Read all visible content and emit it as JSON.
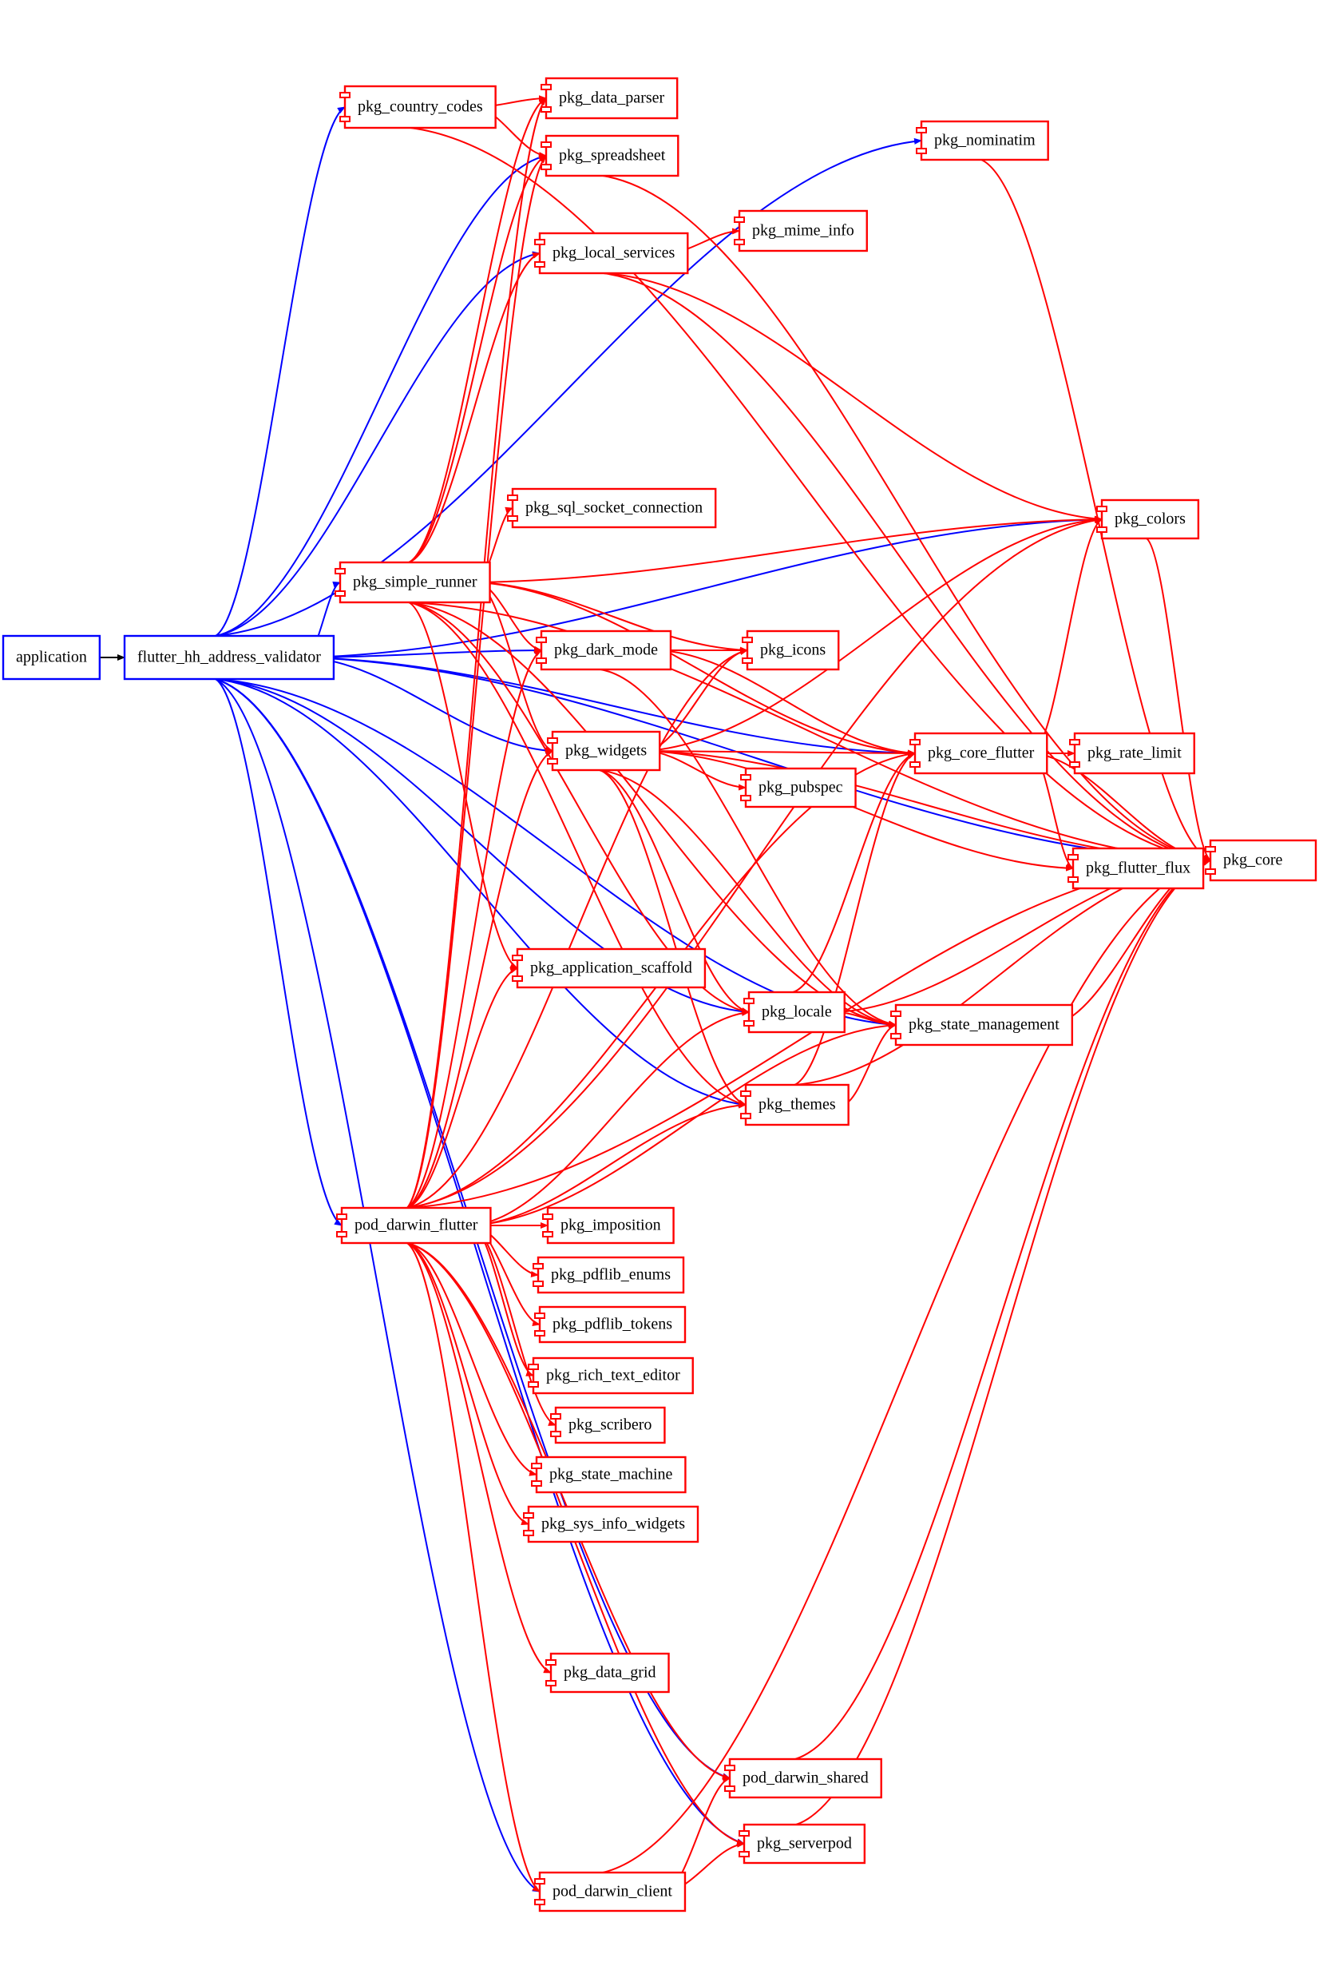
{
  "diagram": {
    "type": "dependency-graph",
    "colors": {
      "root_edge": "#000000",
      "direct_edge": "#0000ff",
      "transitive_edge": "#ff0000",
      "app_node": "#0000ff",
      "package_node": "#ff0000"
    },
    "nodes": [
      {
        "id": "application",
        "label": "application",
        "kind": "app"
      },
      {
        "id": "flutter_hh_address_validator",
        "label": "flutter_hh_address_validator",
        "kind": "app"
      },
      {
        "id": "pkg_country_codes",
        "label": "pkg_country_codes",
        "kind": "package"
      },
      {
        "id": "pkg_data_parser",
        "label": "pkg_data_parser",
        "kind": "package"
      },
      {
        "id": "pkg_spreadsheet",
        "label": "pkg_spreadsheet",
        "kind": "package"
      },
      {
        "id": "pkg_nominatim",
        "label": "pkg_nominatim",
        "kind": "package"
      },
      {
        "id": "pkg_local_services",
        "label": "pkg_local_services",
        "kind": "package"
      },
      {
        "id": "pkg_mime_info",
        "label": "pkg_mime_info",
        "kind": "package"
      },
      {
        "id": "pkg_sql_socket_connection",
        "label": "pkg_sql_socket_connection",
        "kind": "package"
      },
      {
        "id": "pkg_colors",
        "label": "pkg_colors",
        "kind": "package"
      },
      {
        "id": "pkg_simple_runner",
        "label": "pkg_simple_runner",
        "kind": "package"
      },
      {
        "id": "pkg_dark_mode",
        "label": "pkg_dark_mode",
        "kind": "package"
      },
      {
        "id": "pkg_icons",
        "label": "pkg_icons",
        "kind": "package"
      },
      {
        "id": "pkg_widgets",
        "label": "pkg_widgets",
        "kind": "package"
      },
      {
        "id": "pkg_core_flutter",
        "label": "pkg_core_flutter",
        "kind": "package"
      },
      {
        "id": "pkg_rate_limit",
        "label": "pkg_rate_limit",
        "kind": "package"
      },
      {
        "id": "pkg_pubspec",
        "label": "pkg_pubspec",
        "kind": "package"
      },
      {
        "id": "pkg_flutter_flux",
        "label": "pkg_flutter_flux",
        "kind": "package"
      },
      {
        "id": "pkg_core",
        "label": "pkg_core",
        "kind": "package"
      },
      {
        "id": "pkg_application_scaffold",
        "label": "pkg_application_scaffold",
        "kind": "package"
      },
      {
        "id": "pkg_locale",
        "label": "pkg_locale",
        "kind": "package"
      },
      {
        "id": "pkg_state_management",
        "label": "pkg_state_management",
        "kind": "package"
      },
      {
        "id": "pkg_themes",
        "label": "pkg_themes",
        "kind": "package"
      },
      {
        "id": "pod_darwin_flutter",
        "label": "pod_darwin_flutter",
        "kind": "package"
      },
      {
        "id": "pkg_imposition",
        "label": "pkg_imposition",
        "kind": "package"
      },
      {
        "id": "pkg_pdflib_enums",
        "label": "pkg_pdflib_enums",
        "kind": "package"
      },
      {
        "id": "pkg_pdflib_tokens",
        "label": "pkg_pdflib_tokens",
        "kind": "package"
      },
      {
        "id": "pkg_rich_text_editor",
        "label": "pkg_rich_text_editor",
        "kind": "package"
      },
      {
        "id": "pkg_scribero",
        "label": "pkg_scribero",
        "kind": "package"
      },
      {
        "id": "pkg_state_machine",
        "label": "pkg_state_machine",
        "kind": "package"
      },
      {
        "id": "pkg_sys_info_widgets",
        "label": "pkg_sys_info_widgets",
        "kind": "package"
      },
      {
        "id": "pkg_data_grid",
        "label": "pkg_data_grid",
        "kind": "package"
      },
      {
        "id": "pod_darwin_shared",
        "label": "pod_darwin_shared",
        "kind": "package"
      },
      {
        "id": "pkg_serverpod",
        "label": "pkg_serverpod",
        "kind": "package"
      },
      {
        "id": "pod_darwin_client",
        "label": "pod_darwin_client",
        "kind": "package"
      }
    ],
    "edges": [
      {
        "from": "application",
        "to": "flutter_hh_address_validator",
        "kind": "root"
      },
      {
        "from": "flutter_hh_address_validator",
        "to": "pkg_country_codes",
        "kind": "direct"
      },
      {
        "from": "flutter_hh_address_validator",
        "to": "pkg_spreadsheet",
        "kind": "direct"
      },
      {
        "from": "flutter_hh_address_validator",
        "to": "pkg_nominatim",
        "kind": "direct"
      },
      {
        "from": "flutter_hh_address_validator",
        "to": "pkg_local_services",
        "kind": "direct"
      },
      {
        "from": "flutter_hh_address_validator",
        "to": "pkg_core",
        "kind": "direct"
      },
      {
        "from": "flutter_hh_address_validator",
        "to": "pkg_colors",
        "kind": "direct"
      },
      {
        "from": "flutter_hh_address_validator",
        "to": "pkg_core_flutter",
        "kind": "direct"
      },
      {
        "from": "flutter_hh_address_validator",
        "to": "pkg_simple_runner",
        "kind": "direct"
      },
      {
        "from": "flutter_hh_address_validator",
        "to": "pkg_dark_mode",
        "kind": "direct"
      },
      {
        "from": "flutter_hh_address_validator",
        "to": "pkg_widgets",
        "kind": "direct"
      },
      {
        "from": "flutter_hh_address_validator",
        "to": "pkg_locale",
        "kind": "direct"
      },
      {
        "from": "flutter_hh_address_validator",
        "to": "pkg_themes",
        "kind": "direct"
      },
      {
        "from": "flutter_hh_address_validator",
        "to": "pod_darwin_flutter",
        "kind": "direct"
      },
      {
        "from": "flutter_hh_address_validator",
        "to": "pkg_state_management",
        "kind": "direct"
      },
      {
        "from": "flutter_hh_address_validator",
        "to": "pod_darwin_shared",
        "kind": "direct"
      },
      {
        "from": "flutter_hh_address_validator",
        "to": "pod_darwin_client",
        "kind": "direct"
      },
      {
        "from": "flutter_hh_address_validator",
        "to": "pkg_serverpod",
        "kind": "direct"
      },
      {
        "from": "pkg_country_codes",
        "to": "pkg_data_parser",
        "kind": "transitive"
      },
      {
        "from": "pkg_country_codes",
        "to": "pkg_spreadsheet",
        "kind": "transitive"
      },
      {
        "from": "pkg_country_codes",
        "to": "pkg_core",
        "kind": "transitive"
      },
      {
        "from": "pkg_spreadsheet",
        "to": "pkg_core",
        "kind": "transitive"
      },
      {
        "from": "pkg_nominatim",
        "to": "pkg_core",
        "kind": "transitive"
      },
      {
        "from": "pkg_local_services",
        "to": "pkg_mime_info",
        "kind": "transitive"
      },
      {
        "from": "pkg_local_services",
        "to": "pkg_core",
        "kind": "transitive"
      },
      {
        "from": "pkg_local_services",
        "to": "pkg_colors",
        "kind": "transitive"
      },
      {
        "from": "pkg_simple_runner",
        "to": "pkg_data_parser",
        "kind": "transitive"
      },
      {
        "from": "pkg_simple_runner",
        "to": "pkg_spreadsheet",
        "kind": "transitive"
      },
      {
        "from": "pkg_simple_runner",
        "to": "pkg_local_services",
        "kind": "transitive"
      },
      {
        "from": "pkg_simple_runner",
        "to": "pkg_core",
        "kind": "transitive"
      },
      {
        "from": "pkg_simple_runner",
        "to": "pkg_colors",
        "kind": "transitive"
      },
      {
        "from": "pkg_simple_runner",
        "to": "pkg_core_flutter",
        "kind": "transitive"
      },
      {
        "from": "pkg_simple_runner",
        "to": "pkg_sql_socket_connection",
        "kind": "transitive"
      },
      {
        "from": "pkg_simple_runner",
        "to": "pkg_icons",
        "kind": "transitive"
      },
      {
        "from": "pkg_simple_runner",
        "to": "pkg_dark_mode",
        "kind": "transitive"
      },
      {
        "from": "pkg_simple_runner",
        "to": "pkg_widgets",
        "kind": "transitive"
      },
      {
        "from": "pkg_simple_runner",
        "to": "pkg_application_scaffold",
        "kind": "transitive"
      },
      {
        "from": "pkg_simple_runner",
        "to": "pkg_locale",
        "kind": "transitive"
      },
      {
        "from": "pkg_simple_runner",
        "to": "pkg_themes",
        "kind": "transitive"
      },
      {
        "from": "pkg_simple_runner",
        "to": "pkg_state_management",
        "kind": "transitive"
      },
      {
        "from": "pkg_dark_mode",
        "to": "pkg_icons",
        "kind": "transitive"
      },
      {
        "from": "pkg_dark_mode",
        "to": "pkg_core_flutter",
        "kind": "transitive"
      },
      {
        "from": "pkg_dark_mode",
        "to": "pkg_state_management",
        "kind": "transitive"
      },
      {
        "from": "pkg_widgets",
        "to": "pkg_icons",
        "kind": "transitive"
      },
      {
        "from": "pkg_widgets",
        "to": "pkg_colors",
        "kind": "transitive"
      },
      {
        "from": "pkg_widgets",
        "to": "pkg_core_flutter",
        "kind": "transitive"
      },
      {
        "from": "pkg_widgets",
        "to": "pkg_pubspec",
        "kind": "transitive"
      },
      {
        "from": "pkg_widgets",
        "to": "pkg_flutter_flux",
        "kind": "transitive"
      },
      {
        "from": "pkg_widgets",
        "to": "pkg_core",
        "kind": "transitive"
      },
      {
        "from": "pkg_widgets",
        "to": "pkg_locale",
        "kind": "transitive"
      },
      {
        "from": "pkg_widgets",
        "to": "pkg_themes",
        "kind": "transitive"
      },
      {
        "from": "pkg_widgets",
        "to": "pkg_state_management",
        "kind": "transitive"
      },
      {
        "from": "pkg_core_flutter",
        "to": "pkg_colors",
        "kind": "transitive"
      },
      {
        "from": "pkg_core_flutter",
        "to": "pkg_rate_limit",
        "kind": "transitive"
      },
      {
        "from": "pkg_core_flutter",
        "to": "pkg_flutter_flux",
        "kind": "transitive"
      },
      {
        "from": "pkg_core_flutter",
        "to": "pkg_core",
        "kind": "transitive"
      },
      {
        "from": "pkg_colors",
        "to": "pkg_core",
        "kind": "transitive"
      },
      {
        "from": "pkg_locale",
        "to": "pkg_core_flutter",
        "kind": "transitive"
      },
      {
        "from": "pkg_locale",
        "to": "pkg_state_management",
        "kind": "transitive"
      },
      {
        "from": "pkg_locale",
        "to": "pkg_core",
        "kind": "transitive"
      },
      {
        "from": "pkg_themes",
        "to": "pkg_core_flutter",
        "kind": "transitive"
      },
      {
        "from": "pkg_themes",
        "to": "pkg_state_management",
        "kind": "transitive"
      },
      {
        "from": "pkg_themes",
        "to": "pkg_core",
        "kind": "transitive"
      },
      {
        "from": "pkg_state_management",
        "to": "pkg_core",
        "kind": "transitive"
      },
      {
        "from": "pod_darwin_flutter",
        "to": "pkg_data_parser",
        "kind": "transitive"
      },
      {
        "from": "pod_darwin_flutter",
        "to": "pkg_spreadsheet",
        "kind": "transitive"
      },
      {
        "from": "pod_darwin_flutter",
        "to": "pkg_colors",
        "kind": "transitive"
      },
      {
        "from": "pod_darwin_flutter",
        "to": "pkg_dark_mode",
        "kind": "transitive"
      },
      {
        "from": "pod_darwin_flutter",
        "to": "pkg_icons",
        "kind": "transitive"
      },
      {
        "from": "pod_darwin_flutter",
        "to": "pkg_widgets",
        "kind": "transitive"
      },
      {
        "from": "pod_darwin_flutter",
        "to": "pkg_core_flutter",
        "kind": "transitive"
      },
      {
        "from": "pod_darwin_flutter",
        "to": "pkg_application_scaffold",
        "kind": "transitive"
      },
      {
        "from": "pod_darwin_flutter",
        "to": "pkg_locale",
        "kind": "transitive"
      },
      {
        "from": "pod_darwin_flutter",
        "to": "pkg_themes",
        "kind": "transitive"
      },
      {
        "from": "pod_darwin_flutter",
        "to": "pkg_state_management",
        "kind": "transitive"
      },
      {
        "from": "pod_darwin_flutter",
        "to": "pkg_imposition",
        "kind": "transitive"
      },
      {
        "from": "pod_darwin_flutter",
        "to": "pkg_pdflib_enums",
        "kind": "transitive"
      },
      {
        "from": "pod_darwin_flutter",
        "to": "pkg_pdflib_tokens",
        "kind": "transitive"
      },
      {
        "from": "pod_darwin_flutter",
        "to": "pkg_rich_text_editor",
        "kind": "transitive"
      },
      {
        "from": "pod_darwin_flutter",
        "to": "pkg_scribero",
        "kind": "transitive"
      },
      {
        "from": "pod_darwin_flutter",
        "to": "pkg_state_machine",
        "kind": "transitive"
      },
      {
        "from": "pod_darwin_flutter",
        "to": "pkg_sys_info_widgets",
        "kind": "transitive"
      },
      {
        "from": "pod_darwin_flutter",
        "to": "pkg_data_grid",
        "kind": "transitive"
      },
      {
        "from": "pod_darwin_flutter",
        "to": "pod_darwin_shared",
        "kind": "transitive"
      },
      {
        "from": "pod_darwin_flutter",
        "to": "pkg_serverpod",
        "kind": "transitive"
      },
      {
        "from": "pod_darwin_flutter",
        "to": "pod_darwin_client",
        "kind": "transitive"
      },
      {
        "from": "pod_darwin_flutter",
        "to": "pkg_core",
        "kind": "transitive"
      },
      {
        "from": "pod_darwin_shared",
        "to": "pkg_core",
        "kind": "transitive"
      },
      {
        "from": "pkg_serverpod",
        "to": "pkg_core",
        "kind": "transitive"
      },
      {
        "from": "pod_darwin_client",
        "to": "pod_darwin_shared",
        "kind": "transitive"
      },
      {
        "from": "pod_darwin_client",
        "to": "pkg_serverpod",
        "kind": "transitive"
      },
      {
        "from": "pod_darwin_client",
        "to": "pkg_core",
        "kind": "transitive"
      }
    ]
  }
}
